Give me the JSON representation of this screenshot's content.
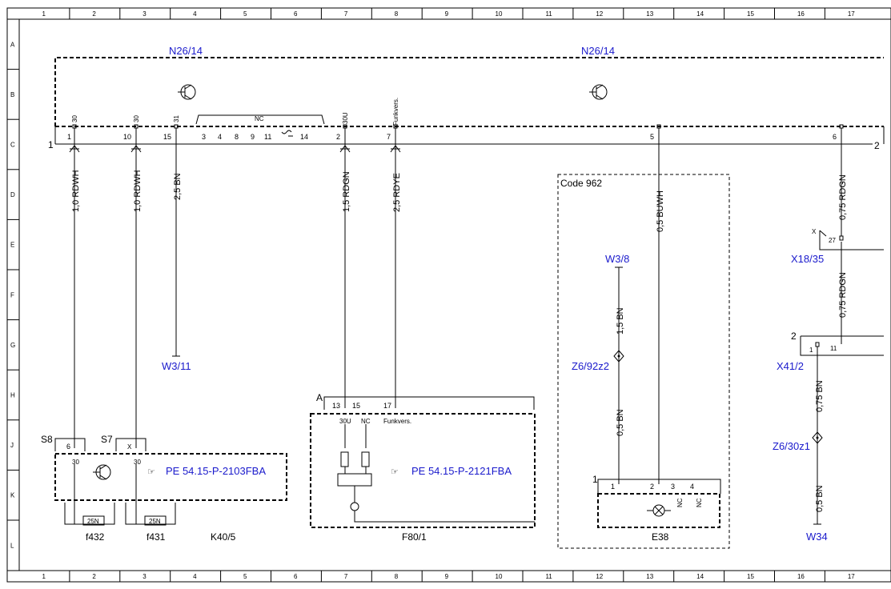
{
  "grid": {
    "columns": [
      "1",
      "2",
      "3",
      "4",
      "5",
      "6",
      "7",
      "8",
      "9",
      "10",
      "11",
      "12",
      "13",
      "14",
      "15",
      "16",
      "17"
    ],
    "rows": [
      "A",
      "B",
      "C",
      "D",
      "E",
      "F",
      "G",
      "H",
      "J",
      "K",
      "L"
    ]
  },
  "components": {
    "n26_left": "N26/14",
    "n26_right": "N26/14",
    "x18_35": "X18/35",
    "x41_2": "X41/2",
    "w3_11": "W3/11",
    "w3_8": "W3/8",
    "z6_92z2": "Z6/92z2",
    "z6_30z1": "Z6/30z1",
    "w34": "W34",
    "k40_5": "K40/5",
    "f80_1": "F80/1",
    "e38": "E38",
    "f432": "f432",
    "f431": "f431",
    "s8": "S8",
    "s7": "S7",
    "code": "Code 962"
  },
  "pe_refs": {
    "k40": "PE 54.15-P-2103FBA",
    "f80": "PE 54.15-P-2121FBA"
  },
  "connector_n26": {
    "left_num": "1",
    "right_num": "2",
    "pins": {
      "p30a": "30",
      "p30b": "30",
      "p31": "31",
      "p30u": "30U",
      "pfunk": "Funkvers.",
      "n1": "1",
      "n10": "10",
      "n15": "15",
      "n3": "3",
      "n4": "4",
      "n8": "8",
      "n9": "9",
      "n11": "11",
      "n14": "14",
      "n2": "2",
      "n7": "7",
      "n5": "5",
      "n6": "6",
      "nc": "NC"
    }
  },
  "wires": {
    "w1": "1,0 RDWH",
    "w2": "1,0 RDWH",
    "w3": "2,5 BN",
    "w4": "1,5 RDGN",
    "w5": "2,5 RDYE",
    "w6": "0,5 BUWH",
    "w7": "0,75 RDGN",
    "w8": "0,75 RDGN",
    "w9": "1,5 BN",
    "w10": "0,5 BN",
    "w11": "0,75 BN",
    "w12": "0,5 BN"
  },
  "x18": {
    "x": "X",
    "pin": "27"
  },
  "x41": {
    "num": "2",
    "p1": "1",
    "p11": "11"
  },
  "s_box": {
    "s8_pin": "6",
    "s7_pin": "X",
    "k30a": "30",
    "k30b": "30"
  },
  "fuses": {
    "f432": "25N",
    "f431": "25N"
  },
  "f80_box": {
    "a": "A",
    "p13": "13",
    "p15": "15",
    "p17": "17",
    "l30u": "30U",
    "lnc": "NC",
    "lfunk": "Funkvers."
  },
  "e38_box": {
    "num": "1",
    "p1": "1",
    "p2": "2",
    "p3": "3",
    "p4": "4",
    "nc1": "NC",
    "nc2": "NC"
  }
}
